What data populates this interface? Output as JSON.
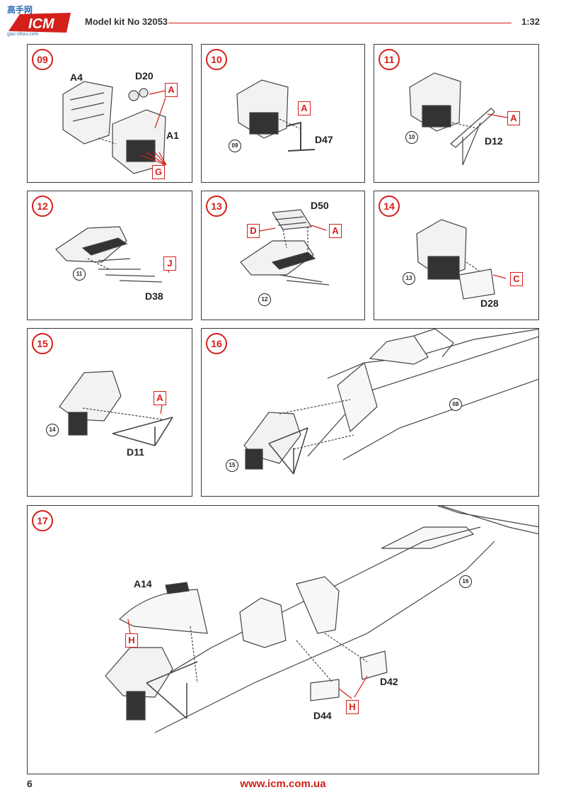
{
  "header": {
    "logo_text": "高手网",
    "logo_sub": "gao-shou.com",
    "logo_brand": "ICM",
    "kit_title": "Model kit No 32053",
    "scale": "1:32"
  },
  "steps": {
    "s09": {
      "num": "09",
      "parts": [
        "A4",
        "D20",
        "A1"
      ],
      "tags": [
        "A",
        "G"
      ]
    },
    "s10": {
      "num": "10",
      "parts": [
        "D47"
      ],
      "tags": [
        "A"
      ],
      "refs": [
        "09"
      ]
    },
    "s11": {
      "num": "11",
      "parts": [
        "D12"
      ],
      "tags": [
        "A"
      ],
      "refs": [
        "10"
      ]
    },
    "s12": {
      "num": "12",
      "parts": [
        "D38"
      ],
      "tags": [
        "J"
      ],
      "refs": [
        "11"
      ]
    },
    "s13": {
      "num": "13",
      "parts": [
        "D50"
      ],
      "tags": [
        "D",
        "A"
      ],
      "refs": [
        "12"
      ]
    },
    "s14": {
      "num": "14",
      "parts": [
        "D28"
      ],
      "tags": [
        "C"
      ],
      "refs": [
        "13"
      ]
    },
    "s15": {
      "num": "15",
      "parts": [
        "D11"
      ],
      "tags": [
        "A"
      ],
      "refs": [
        "14"
      ]
    },
    "s16": {
      "num": "16",
      "refs": [
        "08",
        "15"
      ]
    },
    "s17": {
      "num": "17",
      "parts": [
        "A14",
        "D42",
        "D44"
      ],
      "tags": [
        "H",
        "H"
      ],
      "refs": [
        "16"
      ]
    }
  },
  "footer": {
    "page_number": "6",
    "website": "www.icm.com.ua"
  },
  "colors": {
    "accent": "#d3201b",
    "line": "#3a3a3a"
  }
}
